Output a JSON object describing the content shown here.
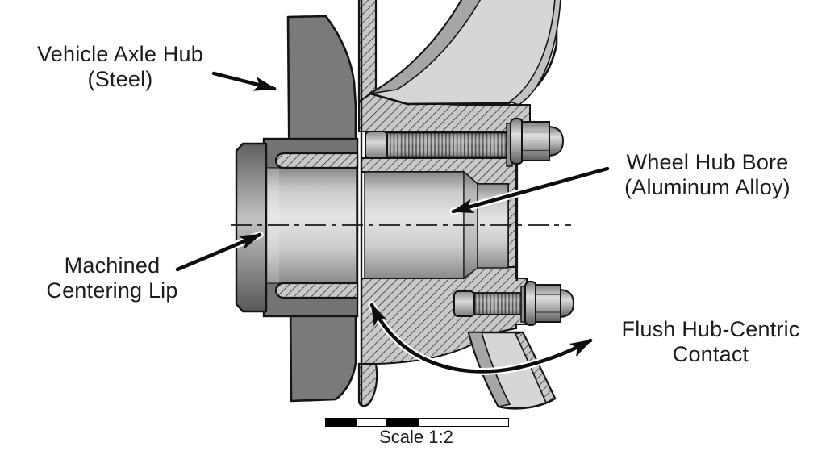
{
  "diagram": {
    "type": "engineering-cross-section",
    "labels": {
      "axle_hub": {
        "line1": "Vehicle Axle Hub",
        "line2": "(Steel)"
      },
      "hub_bore": {
        "line1": "Wheel Hub Bore",
        "line2": "(Aluminum Alloy)"
      },
      "centering_lip": {
        "line1": "Machined",
        "line2": "Centering Lip"
      },
      "flush_contact": {
        "line1": "Flush Hub-Centric",
        "line2": "Contact"
      }
    },
    "scale": {
      "label": "Scale 1:2"
    },
    "colors": {
      "background": "#ffffff",
      "outline": "#141414",
      "steel_dark": "#7a7a7a",
      "aluminum_hatch_base": "#c9c9c9",
      "machined_surface_light": "#e2e2e2",
      "spoke_face": "#d6d6d6"
    }
  }
}
